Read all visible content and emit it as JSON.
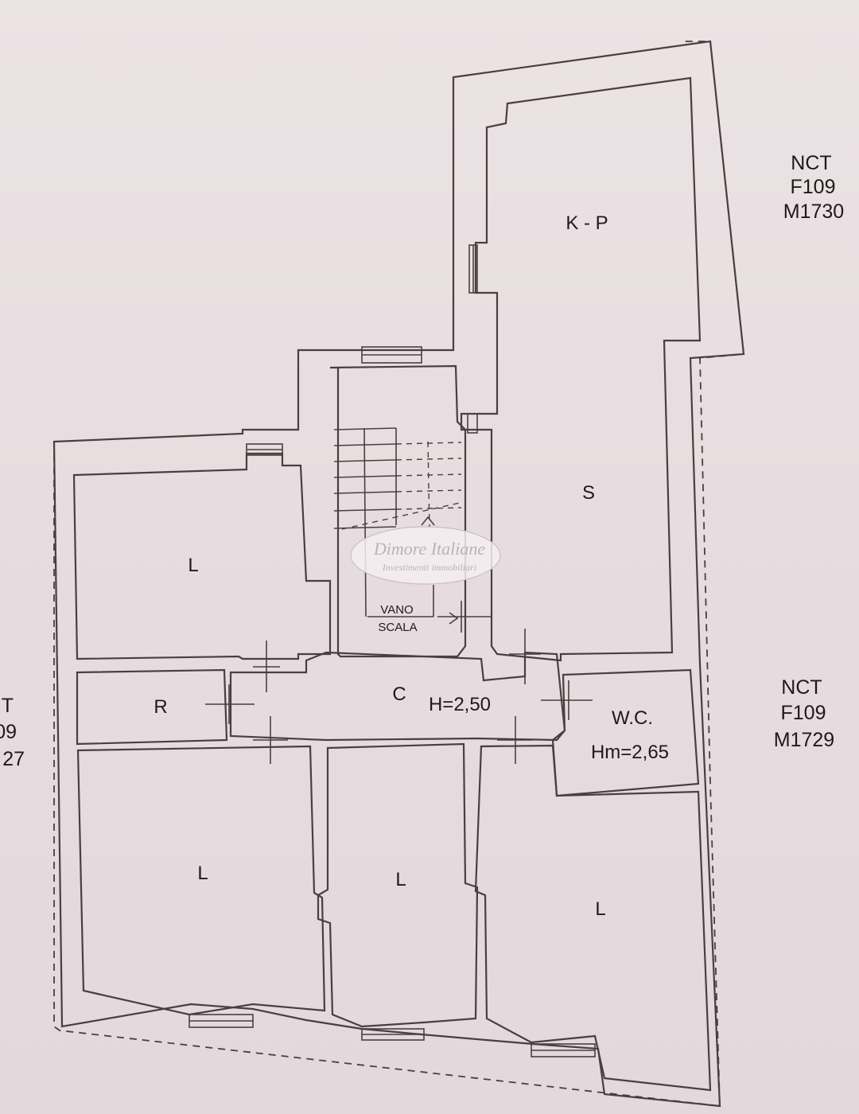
{
  "rooms": {
    "kp": "K - P",
    "s": "S",
    "l_top": "L",
    "r": "R",
    "c": "C",
    "c_height": "H=2,50",
    "wc": "W.C.",
    "wc_height": "Hm=2,65",
    "l_bottom_left": "L",
    "l_bottom_mid": "L",
    "l_bottom_right": "L",
    "stair_line1": "VANO",
    "stair_line2": "SCALA"
  },
  "parcels": {
    "top_right": [
      "NCT",
      "F109",
      "M1730"
    ],
    "mid_right": [
      "NCT",
      "F109",
      "M1729"
    ],
    "left_partial": [
      "T",
      "09",
      "27"
    ]
  },
  "watermark": {
    "line1": "Dimore Italiane",
    "line2": "Investimenti immobiliari"
  }
}
